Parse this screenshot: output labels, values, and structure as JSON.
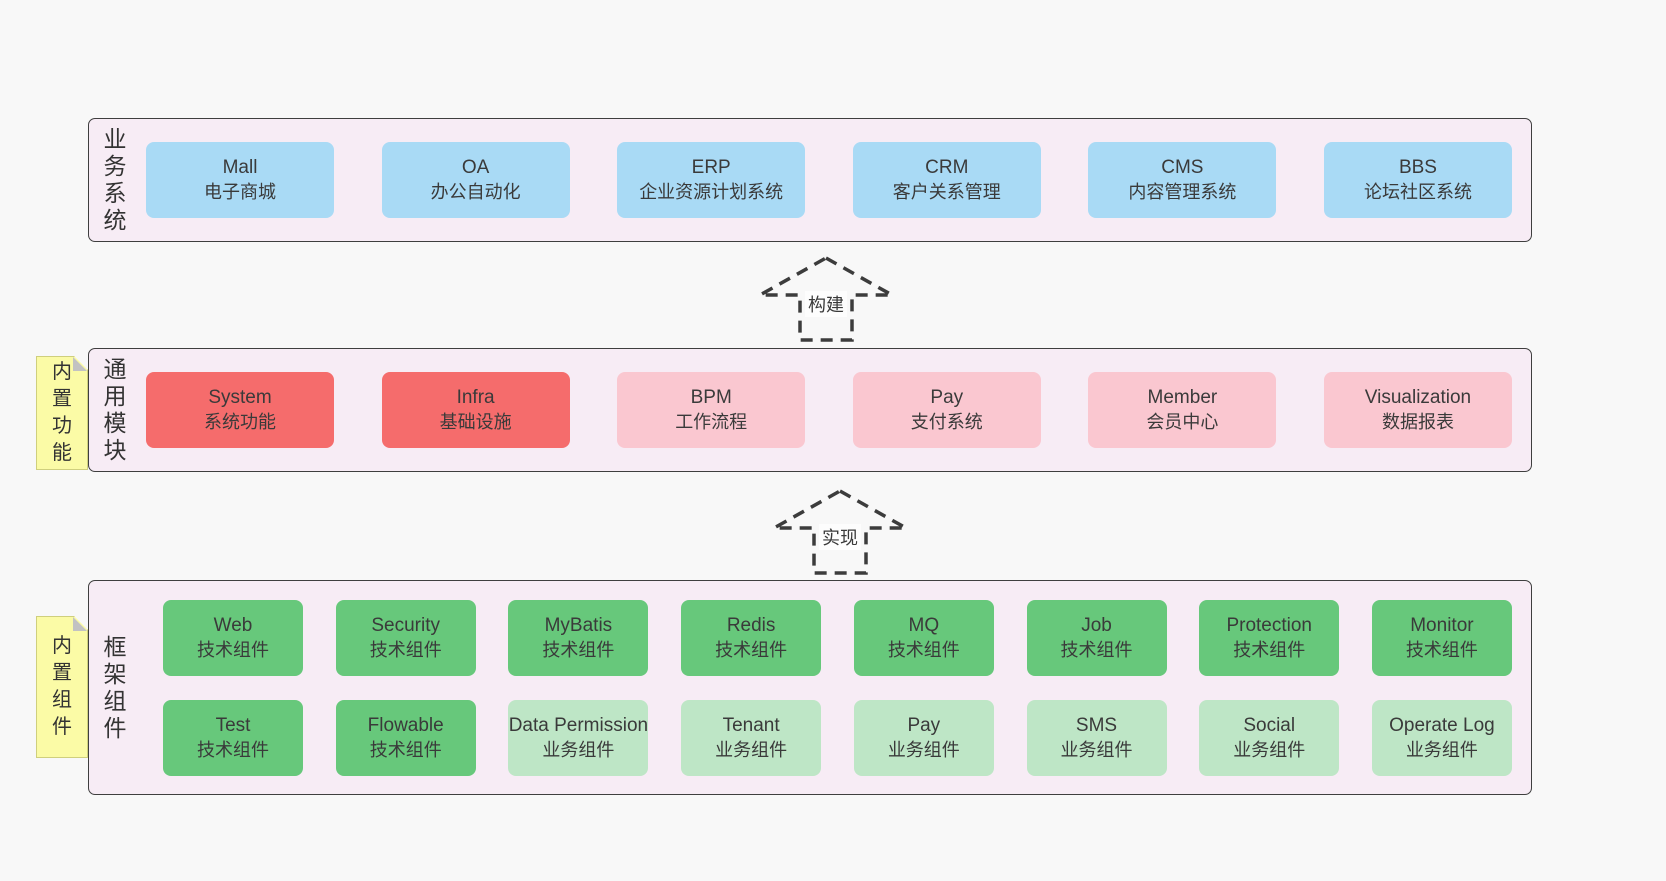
{
  "colors": {
    "page-bg": "#f8f8f8",
    "panel-bg": "#f7ecf5",
    "line": "#3f3f3f",
    "blue": "#a9daf5",
    "red": "#f56c6c",
    "pink": "#fac7d0",
    "green": "#67c87b",
    "lightgreen": "#bee6c6",
    "sticky": "#fbfba6",
    "fold": "#c2c2c2",
    "arrow": "#3c3c3c"
  },
  "sections": [
    {
      "label": "业务系统",
      "boxes": [
        {
          "title": "Mall",
          "subtitle": "电子商城"
        },
        {
          "title": "OA",
          "subtitle": "办公自动化"
        },
        {
          "title": "ERP",
          "subtitle": "企业资源计划系统"
        },
        {
          "title": "CRM",
          "subtitle": "客户关系管理"
        },
        {
          "title": "CMS",
          "subtitle": "内容管理系统"
        },
        {
          "title": "BBS",
          "subtitle": "论坛社区系统"
        }
      ]
    },
    {
      "label": "通用模块",
      "sticky": "内置功能",
      "boxes": [
        {
          "title": "System",
          "subtitle": "系统功能"
        },
        {
          "title": "Infra",
          "subtitle": "基础设施"
        },
        {
          "title": "BPM",
          "subtitle": "工作流程"
        },
        {
          "title": "Pay",
          "subtitle": "支付系统"
        },
        {
          "title": "Member",
          "subtitle": "会员中心"
        },
        {
          "title": "Visualization",
          "subtitle": "数据报表"
        }
      ]
    },
    {
      "label": "框架组件",
      "sticky": "内置组件",
      "rows": [
        {
          "boxes": [
            {
              "title": "Web",
              "subtitle": "技术组件"
            },
            {
              "title": "Security",
              "subtitle": "技术组件"
            },
            {
              "title": "MyBatis",
              "subtitle": "技术组件"
            },
            {
              "title": "Redis",
              "subtitle": "技术组件"
            },
            {
              "title": "MQ",
              "subtitle": "技术组件"
            },
            {
              "title": "Job",
              "subtitle": "技术组件"
            },
            {
              "title": "Protection",
              "subtitle": "技术组件"
            },
            {
              "title": "Monitor",
              "subtitle": "技术组件"
            }
          ]
        },
        {
          "boxes": [
            {
              "title": "Test",
              "subtitle": "技术组件"
            },
            {
              "title": "Flowable",
              "subtitle": "技术组件"
            },
            {
              "title": "Data Permission",
              "subtitle": "业务组件"
            },
            {
              "title": "Tenant",
              "subtitle": "业务组件"
            },
            {
              "title": "Pay",
              "subtitle": "业务组件"
            },
            {
              "title": "SMS",
              "subtitle": "业务组件"
            },
            {
              "title": "Social",
              "subtitle": "业务组件"
            },
            {
              "title": "Operate Log",
              "subtitle": "业务组件"
            }
          ]
        }
      ]
    }
  ],
  "arrows": [
    {
      "label": "构建"
    },
    {
      "label": "实现"
    }
  ]
}
